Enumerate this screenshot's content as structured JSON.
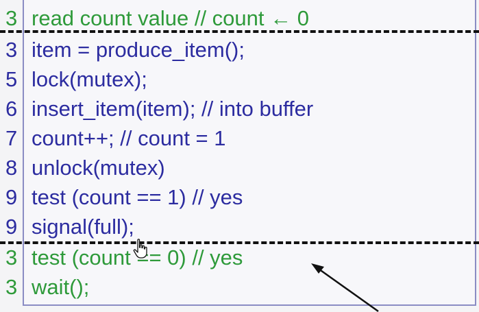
{
  "colors": {
    "consumer_text": "#2e9a3a",
    "producer_text": "#2c2ca0",
    "box_border": "#8a8cc4",
    "divider": "#111111"
  },
  "lines": [
    {
      "num": "3",
      "text": "read count value // count ← 0",
      "role": "consumer"
    },
    {
      "num": "3",
      "text": "item = produce_item();",
      "role": "producer"
    },
    {
      "num": "5",
      "text": "lock(mutex);",
      "role": "producer"
    },
    {
      "num": "6",
      "text": "insert_item(item); // into buffer",
      "role": "producer"
    },
    {
      "num": "7",
      "text": "count++;  // count = 1",
      "role": "producer"
    },
    {
      "num": "8",
      "text": "unlock(mutex)",
      "role": "producer"
    },
    {
      "num": "9",
      "text": "test (count == 1)  // yes",
      "role": "producer"
    },
    {
      "num": "9",
      "text": "signal(full);",
      "role": "producer"
    },
    {
      "num": "3",
      "text": "test (count == 0) // yes",
      "role": "consumer"
    },
    {
      "num": "3",
      "text": "wait();",
      "role": "consumer"
    }
  ]
}
